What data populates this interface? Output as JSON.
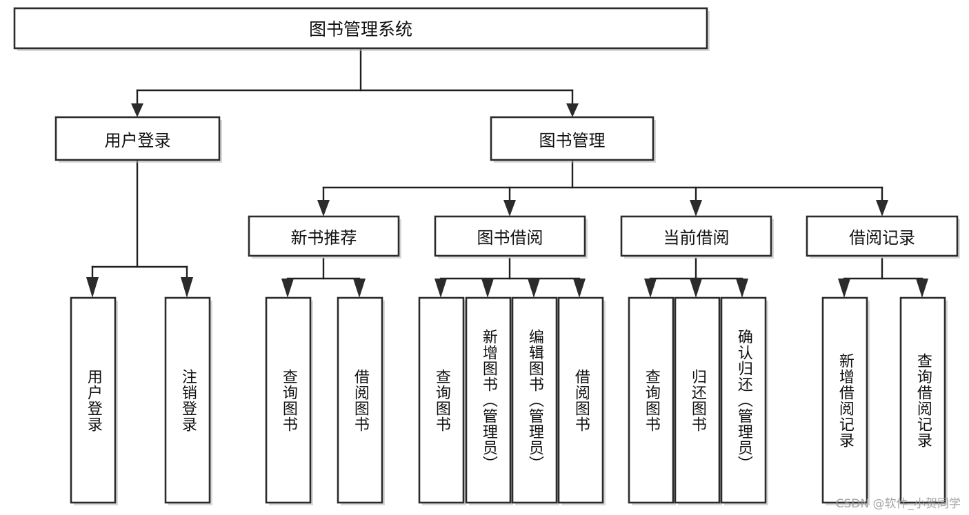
{
  "diagram": {
    "title": "图书管理系统",
    "type": "tree-hierarchy-chart",
    "watermark": "CSDN @软件_小贺同学",
    "root": {
      "label": "图书管理系统"
    },
    "level2": [
      {
        "label": "用户登录"
      },
      {
        "label": "图书管理"
      }
    ],
    "level3": [
      {
        "label": "新书推荐"
      },
      {
        "label": "图书借阅"
      },
      {
        "label": "当前借阅"
      },
      {
        "label": "借阅记录"
      }
    ],
    "leaves": {
      "user_login": [
        {
          "label": "用户登录"
        },
        {
          "label": "注销登录"
        }
      ],
      "new_book_recommend": [
        {
          "label": "查询图书"
        },
        {
          "label": "借阅图书"
        }
      ],
      "book_borrow": [
        {
          "label": "查询图书"
        },
        {
          "label": "新增图书（管理员）"
        },
        {
          "label": "编辑图书（管理员）"
        },
        {
          "label": "借阅图书"
        }
      ],
      "current_borrow": [
        {
          "label": "查询图书"
        },
        {
          "label": "归还图书"
        },
        {
          "label": "确认归还（管理员）"
        }
      ],
      "borrow_record": [
        {
          "label": "新增借阅记录"
        },
        {
          "label": "查询借阅记录"
        }
      ]
    },
    "colors": {
      "box_stroke": "#2b2b2b",
      "box_fill": "#ffffff",
      "line": "#1f1f1f",
      "text": "#111111",
      "watermark": "#9a9a9a",
      "background": "#ffffff"
    }
  }
}
